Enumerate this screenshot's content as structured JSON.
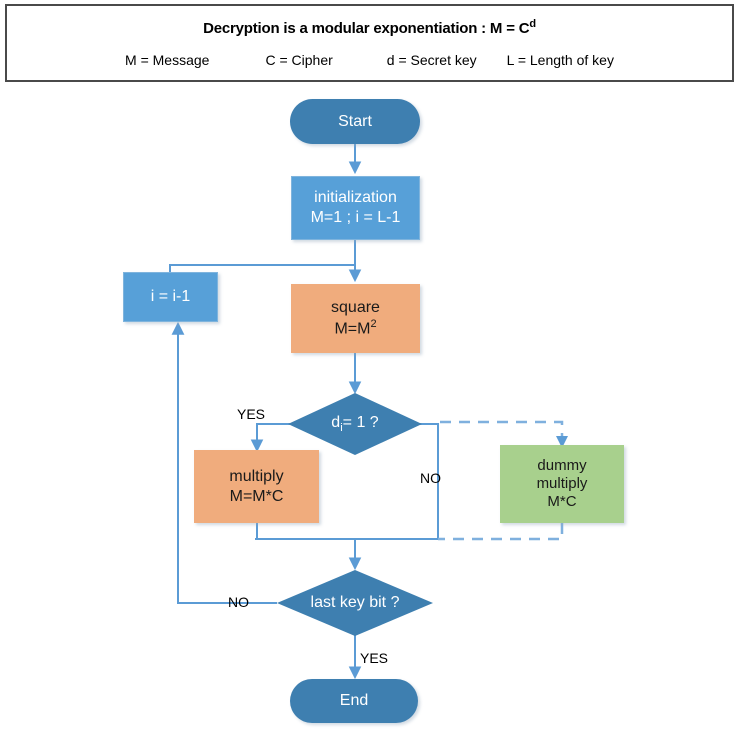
{
  "header": {
    "title_prefix": "Decryption is a modular exponentiation : M = C",
    "title_exponent": "d",
    "definitions": [
      "M = Message",
      "C = Cipher",
      "d = Secret key",
      "L = Length of key"
    ]
  },
  "flowchart": {
    "type": "flowchart",
    "nodes": {
      "start": {
        "label": "Start",
        "shape": "terminator",
        "color": "#3e7fb0"
      },
      "initialization": {
        "line1": "initialization",
        "line2": "M=1 ; i = L-1",
        "shape": "process",
        "color": "#57a0d8"
      },
      "decrement": {
        "label": "i = i-1",
        "shape": "process",
        "color": "#57a0d8"
      },
      "square": {
        "line1": "square",
        "line2_base": "M=M",
        "line2_exp": "2",
        "shape": "process",
        "color": "#f0ac7d"
      },
      "decision_bit": {
        "label_base": "d",
        "label_sub": "i",
        "label_rest": "= 1 ?",
        "shape": "decision",
        "color": "#3e7fb0"
      },
      "multiply": {
        "line1": "multiply",
        "line2": "M=M*C",
        "shape": "process",
        "color": "#f0ac7d"
      },
      "dummy_multiply": {
        "line1": "dummy",
        "line2": "multiply",
        "line3": "M*C",
        "shape": "process",
        "color": "#a8d08d"
      },
      "decision_last": {
        "label": "last key bit ?",
        "shape": "decision",
        "color": "#3e7fb0"
      },
      "end": {
        "label": "End",
        "shape": "terminator",
        "color": "#3e7fb0"
      }
    },
    "edge_labels": {
      "yes_bit": "YES",
      "no_bit": "NO",
      "no_last": "NO",
      "yes_last": "YES"
    },
    "connector_color": "#5b9bd5"
  }
}
